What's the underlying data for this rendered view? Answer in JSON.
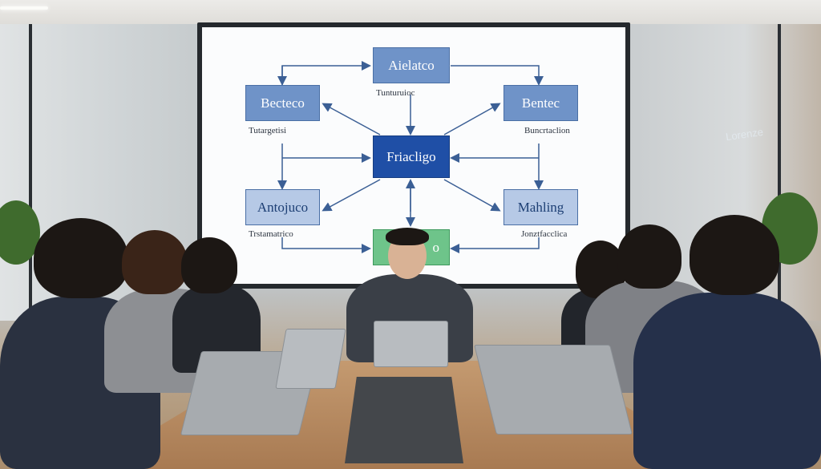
{
  "scene": {
    "description": "Business meeting in a glass-walled conference room; presenter seated at head of table in front of a projected diagram, six colleagues seated along both sides with laptops",
    "people_count": 7,
    "laptops_visible": 5
  },
  "screen_diagram": {
    "nodes": {
      "top": "Aielatco",
      "top_left": "Becteco",
      "top_right": "Bentec",
      "center": "Friacligo",
      "bottom_left": "Antojuco",
      "bottom_right": "Mahling",
      "bottom": "o"
    },
    "labels": {
      "under_top": "Tunturuioc",
      "under_top_left": "Tutargetisi",
      "under_top_right": "Buncrtaclion",
      "under_bottom_left": "Trstamatrico",
      "under_bottom_right": "Jonztfacclica"
    },
    "colors": {
      "center_box": "#1f4fa6",
      "side_box": "#6f93c8",
      "pale_box": "#b6c9e6",
      "bottom_box": "#6ec48a",
      "arrow": "#3b5f95"
    }
  },
  "glass_sign": "Lorenze"
}
